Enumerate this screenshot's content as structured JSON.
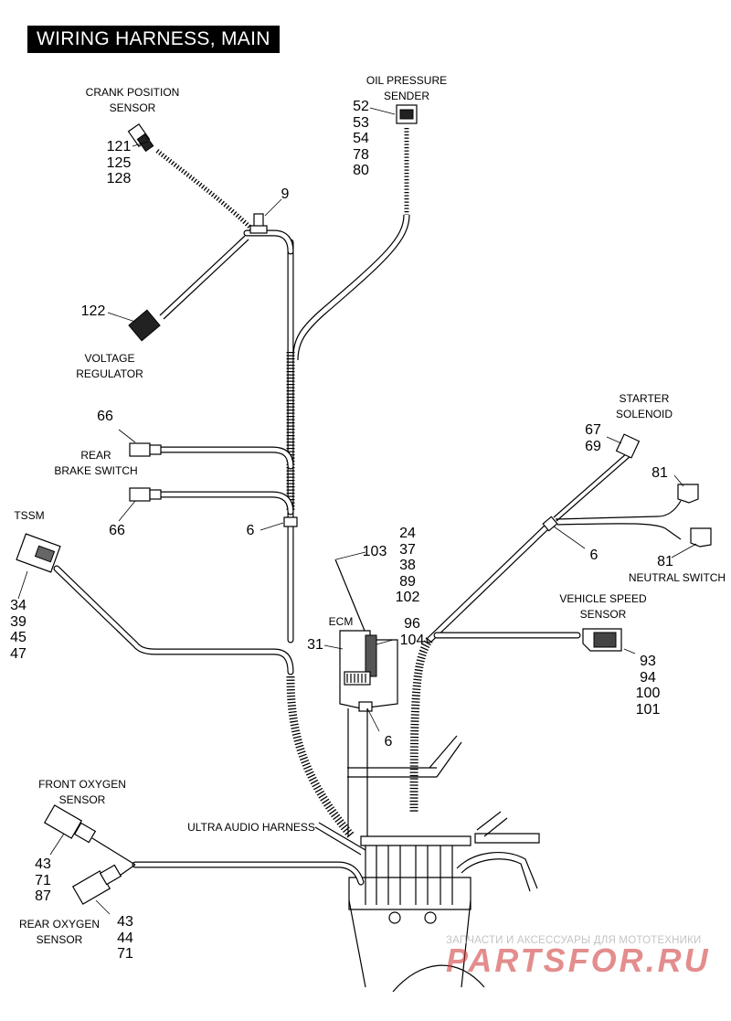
{
  "title": "WIRING HARNESS, MAIN",
  "labels": {
    "crank_position_sensor": "CRANK POSITION\nSENSOR",
    "oil_pressure_sender": "OIL PRESSURE\nSENDER",
    "voltage_regulator": "VOLTAGE\nREGULATOR",
    "rear_brake_switch": "REAR\nBRAKE SWITCH",
    "tssm": "TSSM",
    "starter_solenoid": "STARTER\nSOLENOID",
    "neutral_switch": "NEUTRAL SWITCH",
    "vehicle_speed_sensor": "VEHICLE SPEED\nSENSOR",
    "ecm": "ECM",
    "front_oxygen_sensor": "FRONT OXYGEN\nSENSOR",
    "rear_oxygen_sensor": "REAR OXYGEN\nSENSOR",
    "ultra_audio_harness": "ULTRA AUDIO HARNESS"
  },
  "callouts": {
    "crank": "121\n125\n128",
    "oil": "52\n53\n54\n78\n80",
    "clip_9": "9",
    "regulator": "122",
    "brake_top": "66",
    "brake_bottom": "66",
    "clip_6_left": "6",
    "tssm": "34\n39\n45\n47",
    "solenoid": "67\n69",
    "neutral_top": "81",
    "neutral_bottom": "81",
    "clip_6_right": "6",
    "ecm_group": "24\n37\n38\n89\n102",
    "ecm_103": "103",
    "ecm_96": "96\n104",
    "ecm_31": "31",
    "clip_6_ecm": "6",
    "speed_sensor": "93\n94\n100\n101",
    "front_o2": "43\n71\n87",
    "rear_o2": "43\n44\n71"
  },
  "watermark": {
    "tagline": "ЗАПЧАСТИ И АКСЕССУАРЫ ДЛЯ МОТОТЕХНИКИ",
    "brand": "PARTSFOR.RU"
  }
}
